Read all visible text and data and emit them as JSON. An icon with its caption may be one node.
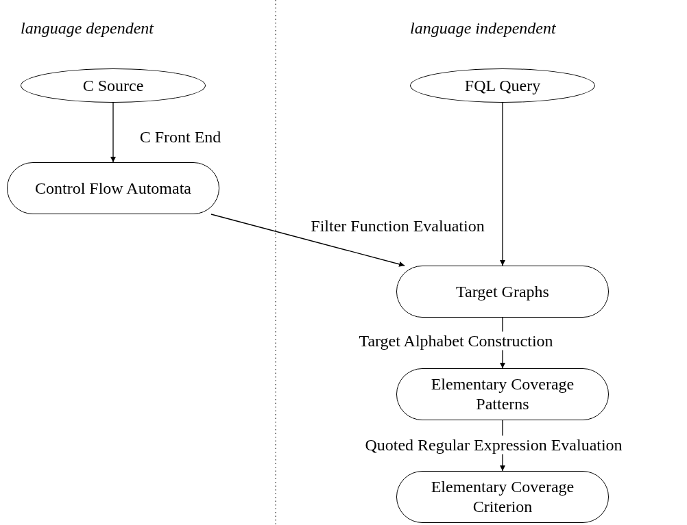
{
  "diagram": {
    "nodes": [
      {
        "text": [
          "C Source"
        ]
      },
      {
        "text": [
          "Control Flow Automata"
        ]
      },
      {
        "text": [
          "FQL Query"
        ]
      },
      {
        "text": [
          "Target Graphs"
        ]
      },
      {
        "text": [
          "Elementary Coverage Patterns"
        ]
      },
      {
        "text": [
          "Elementary Coverage Criterion"
        ]
      }
    ],
    "edges": [
      {
        "from": 0,
        "to": 1,
        "arrow": "to",
        "label": "C Front End"
      },
      {
        "from": 1,
        "to": 3,
        "arrow": "to",
        "label": "Filter Function Evaluation"
      },
      {
        "from": 2,
        "to": 3,
        "arrow": "to"
      },
      {
        "from": 3,
        "to": 4,
        "arrow": "to",
        "label": "Target Alphabet Construction"
      },
      {
        "from": 4,
        "to": 5,
        "arrow": "to",
        "label": "Quoted Regular Expression Evaluation"
      }
    ],
    "labels": [
      "language dependent",
      "language independent"
    ]
  }
}
